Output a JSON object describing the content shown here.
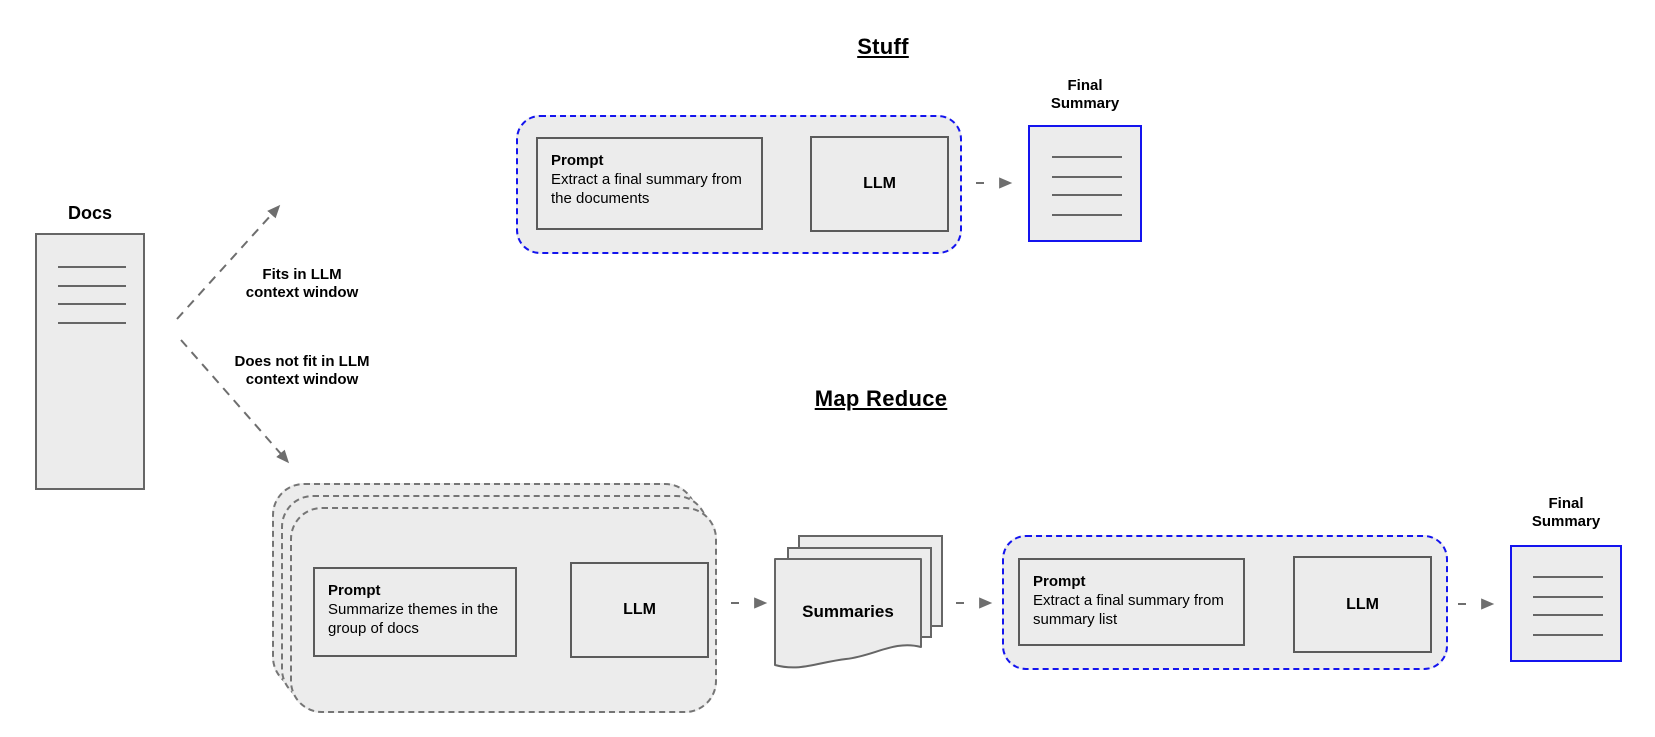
{
  "colors": {
    "accent_blue": "#1414ee",
    "panel_fill": "#ececec",
    "box_border": "#5b5b5b",
    "stack_border": "#757575",
    "connector": "#6e6e6e",
    "doc_line": "#666666",
    "text": "#000000",
    "background": "#ffffff"
  },
  "docs": {
    "label": "Docs"
  },
  "branches": {
    "fits_line1": "Fits in LLM",
    "fits_line2": "context window",
    "not_fit_line1": "Does not fit in LLM",
    "not_fit_line2": "context window"
  },
  "stuff": {
    "title": "Stuff",
    "prompt_title": "Prompt",
    "prompt_body": "Extract a final summary from the documents",
    "llm_label": "LLM",
    "final_label_line1": "Final",
    "final_label_line2": "Summary"
  },
  "map_reduce": {
    "title": "Map Reduce",
    "map_prompt_title": "Prompt",
    "map_prompt_body": "Summarize themes in the group of docs",
    "map_llm_label": "LLM",
    "summaries_label": "Summaries",
    "reduce_prompt_title": "Prompt",
    "reduce_prompt_body": "Extract a final summary from summary list",
    "reduce_llm_label": "LLM",
    "final_label_line1": "Final",
    "final_label_line2": "Summary"
  }
}
